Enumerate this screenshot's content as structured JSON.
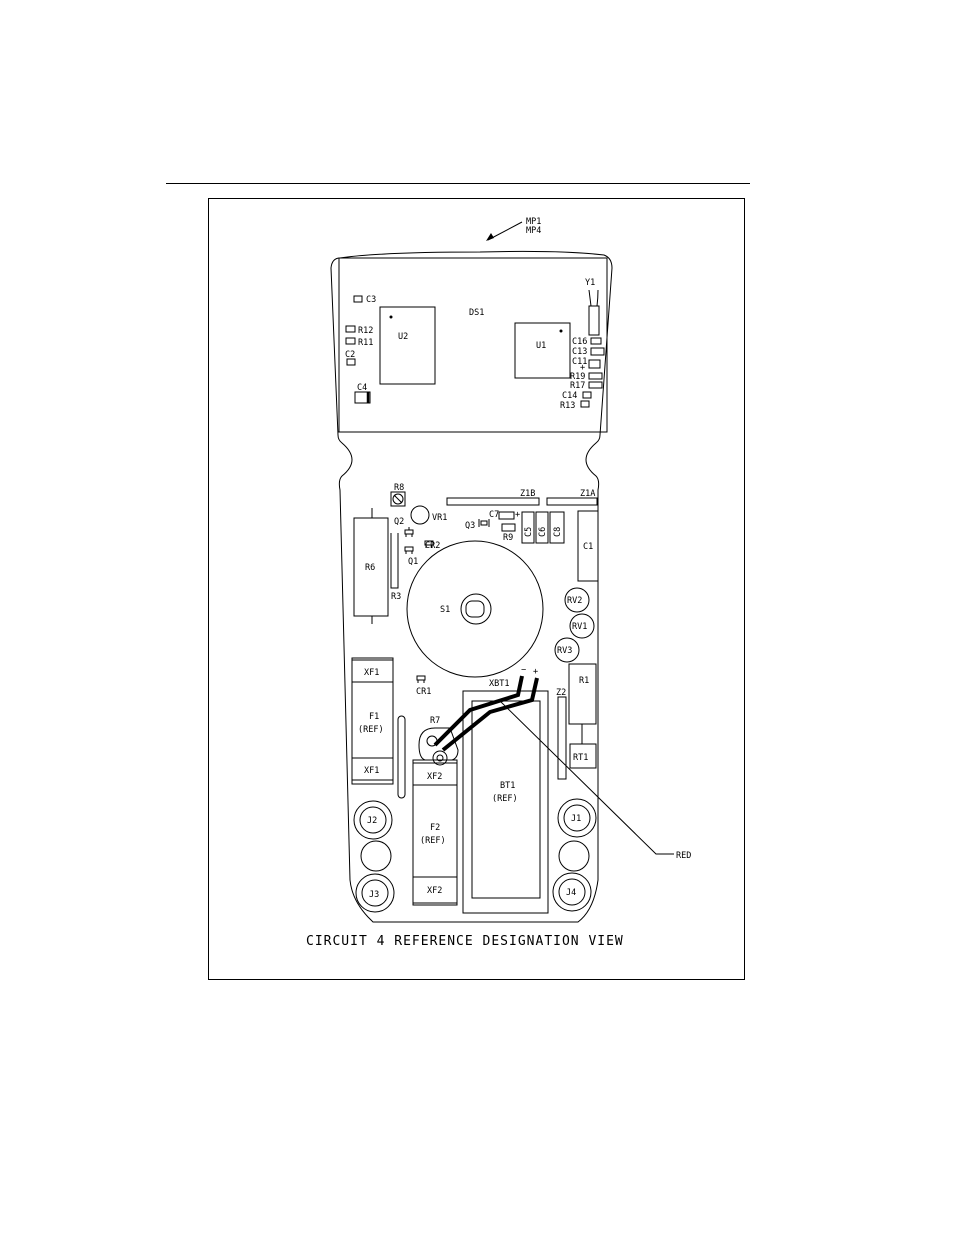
{
  "page": {
    "caption": "CIRCUIT 4 REFERENCE DESIGNATION VIEW"
  },
  "callouts": {
    "mp1": "MP1",
    "mp4": "MP4",
    "red": "RED"
  },
  "labels": {
    "ds1": "DS1",
    "y1": "Y1",
    "c3": "C3",
    "u2": "U2",
    "u1": "U1",
    "r12": "R12",
    "r11": "R11",
    "c2": "C2",
    "c4": "C4",
    "c16": "C16",
    "c13": "C13",
    "c11": "C11",
    "plus_c11": "+",
    "r19": "R19",
    "r17": "R17",
    "c14": "C14",
    "r13": "R13",
    "r8": "R8",
    "z1b": "Z1B",
    "z1a": "Z1A",
    "vr1": "VR1",
    "q2": "Q2",
    "c7": "C7",
    "plus_c7": "+",
    "q3": "Q3",
    "r9": "R9",
    "c5": "C5",
    "c6": "C6",
    "c8": "C8",
    "c1": "C1",
    "cr2": "CR2",
    "q1": "Q1",
    "r6": "R6",
    "r3": "R3",
    "s1": "S1",
    "rv2": "RV2",
    "rv1": "RV1",
    "rv3": "RV3",
    "minus": "−",
    "plus": "+",
    "xbt1": "XBT1",
    "z2": "Z2",
    "r1": "R1",
    "cr1": "CR1",
    "xf1_top": "XF1",
    "f1": "F1",
    "f1_ref": "(REF)",
    "xf1_bottom": "XF1",
    "r7": "R7",
    "xf2_top": "XF2",
    "rt1": "RT1",
    "bt1": "BT1",
    "bt1_ref": "(REF)",
    "j2": "J2",
    "j1": "J1",
    "f2": "F2",
    "f2_ref": "(REF)",
    "j3": "J3",
    "xf2_bottom": "XF2",
    "j4": "J4"
  }
}
